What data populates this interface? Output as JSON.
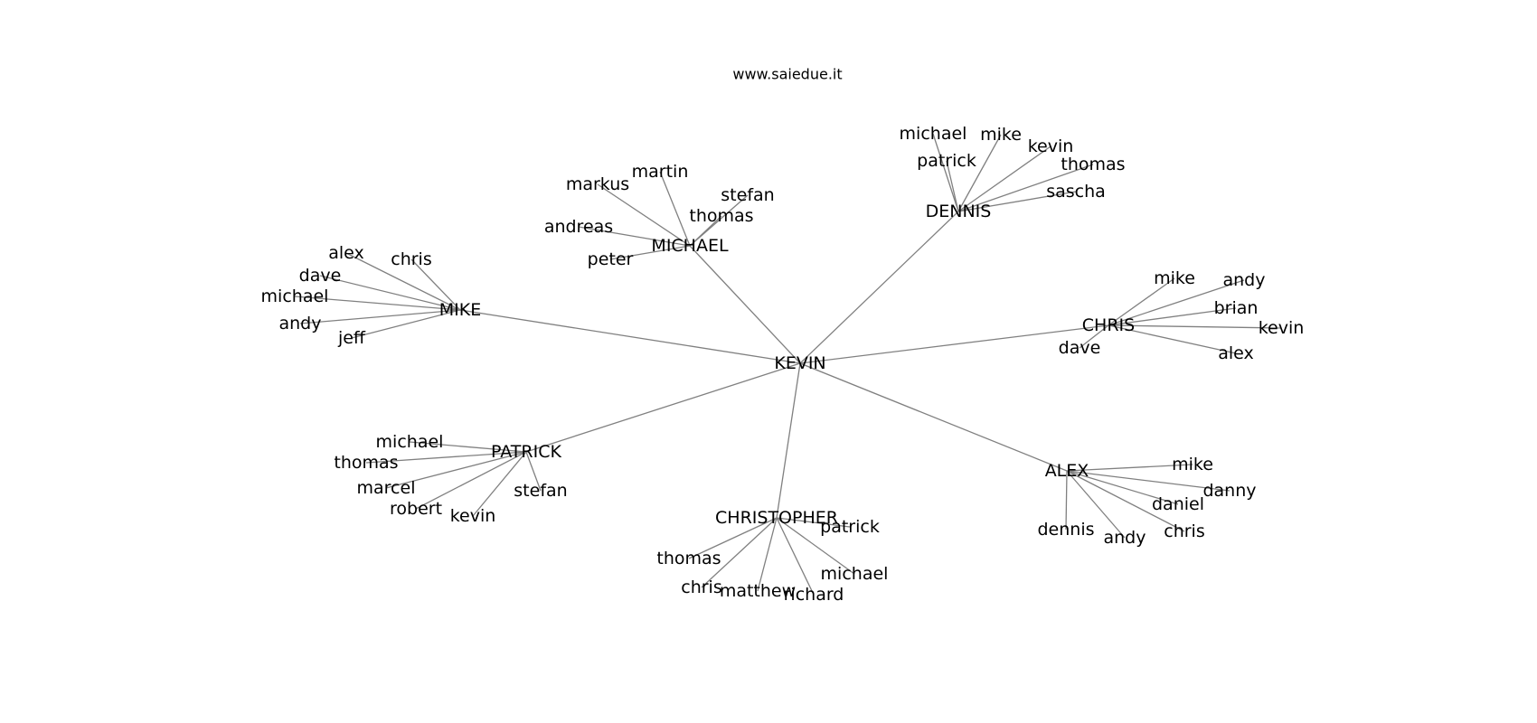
{
  "title": "www.saiedue.it",
  "diagram": {
    "root": {
      "label": "KEVIN",
      "children": [
        {
          "label": "MIKE",
          "children": [
            "alex",
            "chris",
            "dave",
            "michael",
            "andy",
            "jeff"
          ]
        },
        {
          "label": "MICHAEL",
          "children": [
            "markus",
            "martin",
            "stefan",
            "thomas",
            "andreas",
            "peter"
          ]
        },
        {
          "label": "DENNIS",
          "children": [
            "michael",
            "mike",
            "patrick",
            "kevin",
            "thomas",
            "sascha"
          ]
        },
        {
          "label": "CHRIS",
          "children": [
            "mike",
            "andy",
            "brian",
            "kevin",
            "dave",
            "alex"
          ]
        },
        {
          "label": "ALEX",
          "children": [
            "mike",
            "danny",
            "daniel",
            "chris",
            "dennis",
            "andy"
          ]
        },
        {
          "label": "CHRISTOPHER",
          "children": [
            "patrick",
            "thomas",
            "chris",
            "matthew",
            "richard",
            "michael"
          ]
        },
        {
          "label": "PATRICK",
          "children": [
            "michael",
            "thomas",
            "marcel",
            "robert",
            "kevin",
            "stefan"
          ]
        }
      ]
    }
  }
}
